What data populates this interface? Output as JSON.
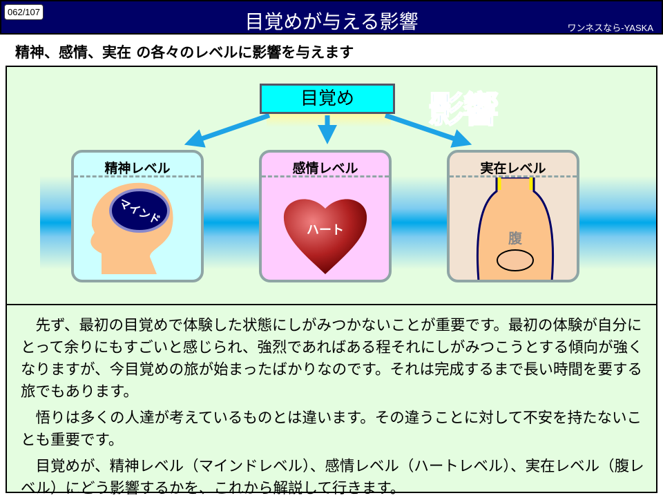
{
  "header": {
    "page_number": "062/107",
    "title": "目覚めが与える影響",
    "brand": "ワンネスなら-YASKA"
  },
  "subtitle": "精神、感情、実在 の各々のレベルに影響を与えます",
  "diagram": {
    "source": "目覚め",
    "impact_label": "影響",
    "cards": [
      {
        "title": "精神レベル",
        "image_label": "マインド",
        "bg": "#ccffff"
      },
      {
        "title": "感情レベル",
        "image_label": "ハート",
        "bg": "#ffccff"
      },
      {
        "title": "実在レベル",
        "image_label": "腹",
        "bg": "#f2e2d2"
      }
    ]
  },
  "body": {
    "paragraphs": [
      "先ず、最初の目覚めで体験した状態にしがみつかないことが重要です。最初の体験が自分にとって余りにもすごいと感じられ、強烈であればある程それにしがみつこうとする傾向が強くなりますが、今目覚めの旅が始まったばかりなのです。それは完成するまで長い時間を要する旅でもあります。",
      "悟りは多くの人達が考えているものとは違います。その違うことに対して不安を持たないことも重要です。",
      "目覚めが、精神レベル（マインドレベル）、感情レベル（ハートレベル）、実在レベル（腹レベル）にどう影響するかを、これから解説して行きます。"
    ]
  }
}
